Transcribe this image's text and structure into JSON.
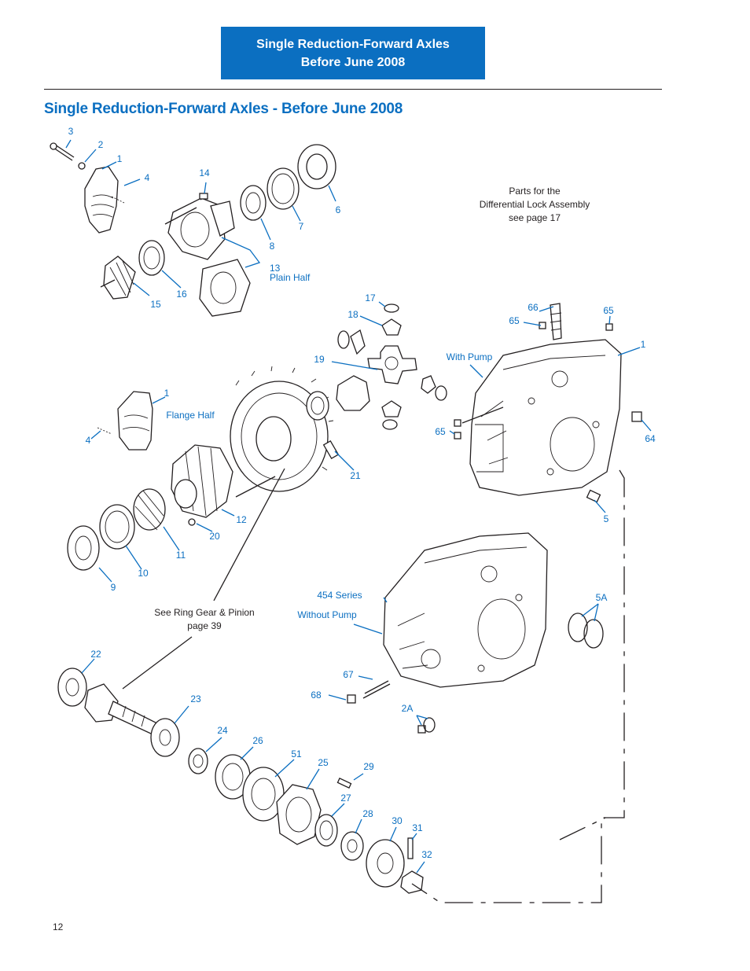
{
  "header": {
    "line1": "Single Reduction-Forward Axles",
    "line2": "Before June 2008"
  },
  "title": "Single Reduction-Forward Axles - Before June 2008",
  "page_number": "12",
  "notes": {
    "diff_lock_line1": "Parts for the",
    "diff_lock_line2": "Differential Lock Assembly",
    "diff_lock_line3": "see page 17",
    "ring_gear_line1": "See Ring Gear & Pinion",
    "ring_gear_line2": "page 39"
  },
  "labels": {
    "l3": "3",
    "l2": "2",
    "l1a": "1",
    "l4a": "4",
    "l14": "14",
    "l6": "6",
    "l7": "7",
    "l8": "8",
    "l13": "13",
    "plain_half": "Plain Half",
    "l16": "16",
    "l15": "15",
    "l17": "17",
    "l18": "18",
    "l19": "19",
    "l66": "66",
    "l65a": "65",
    "l65b": "65",
    "l1b": "1",
    "with_pump": "With Pump",
    "l1c": "1",
    "flange_half": "Flange Half",
    "l4b": "4",
    "l65c": "65",
    "l64": "64",
    "l21": "21",
    "l12": "12",
    "l20": "20",
    "l11": "11",
    "l10": "10",
    "l9": "9",
    "l5": "5",
    "series_454": "454 Series",
    "without_pump": "Without Pump",
    "l5a": "5A",
    "l22": "22",
    "l67": "67",
    "l68": "68",
    "l23": "23",
    "l2a": "2A",
    "l24": "24",
    "l26": "26",
    "l51": "51",
    "l25": "25",
    "l29": "29",
    "l27": "27",
    "l28": "28",
    "l30": "30",
    "l31": "31",
    "l32": "32"
  }
}
